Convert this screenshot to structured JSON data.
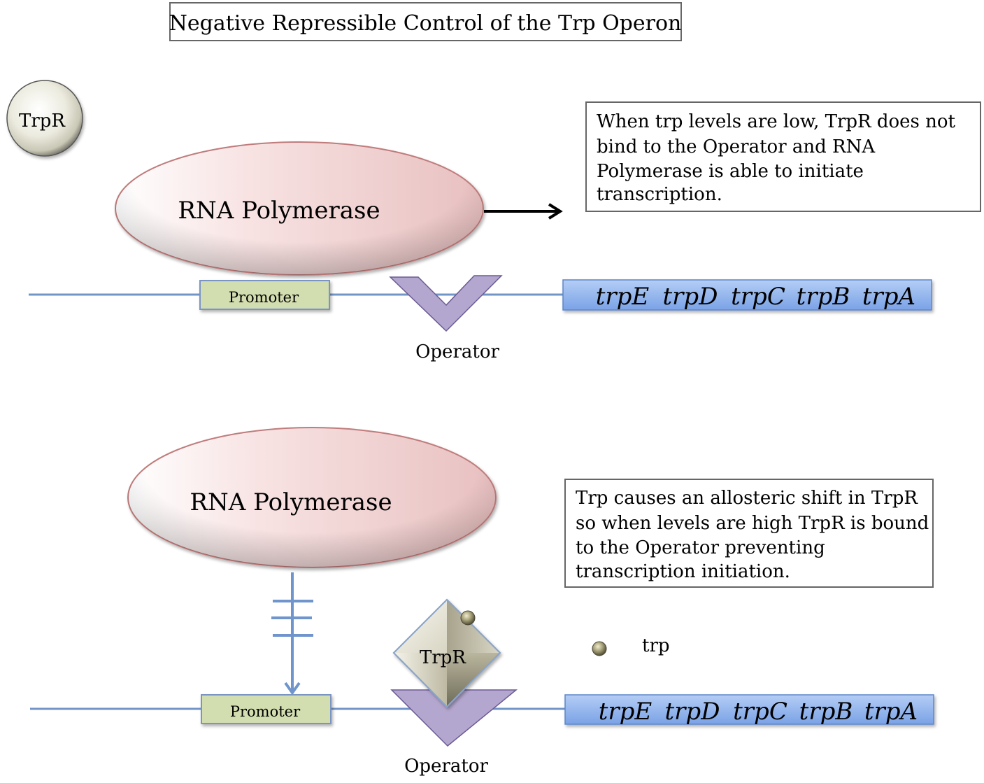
{
  "title": "Negative Repressible Control of the Trp Operon",
  "colors": {
    "dna_line": "#7295c8",
    "promoter_fill": "#d3deb0",
    "promoter_border": "#7a95c4",
    "operator_fill": "#b4a7cf",
    "operator_border": "#6b5a93",
    "gene_fill": "#8cb0ec",
    "polymerase_fill": "#efcaca",
    "polymerase_border": "#c07b7b",
    "trpr_fill": "#e9e6da",
    "trp_fill": "#9c9670"
  },
  "top_panel": {
    "repressor_label": "TrpR",
    "polymerase_label": "RNA Polymerase",
    "promoter_label": "Promoter",
    "operator_label": "Operator",
    "genes": [
      "trpE",
      "trpD",
      "trpC",
      "trpB",
      "trpA"
    ],
    "note_lines": [
      "When trp levels are low, TrpR does not",
      "bind to the Operator  and RNA",
      "Polymerase is able to initiate",
      "transcription."
    ],
    "transcription_arrow": "proceeds"
  },
  "bottom_panel": {
    "polymerase_label": "RNA Polymerase",
    "repressor_label": "TrpR",
    "promoter_label": "Promoter",
    "operator_label": "Operator",
    "genes": [
      "trpE",
      "trpD",
      "trpC",
      "trpB",
      "trpA"
    ],
    "note_lines": [
      "Trp causes an allosteric shift in TrpR",
      "so when levels are high TrpR is bound",
      "to the Operator preventing",
      "transcription initiation."
    ],
    "legend": {
      "symbol": "trp-molecule",
      "label": "trp"
    },
    "blocked_arrow": "inhibited"
  }
}
